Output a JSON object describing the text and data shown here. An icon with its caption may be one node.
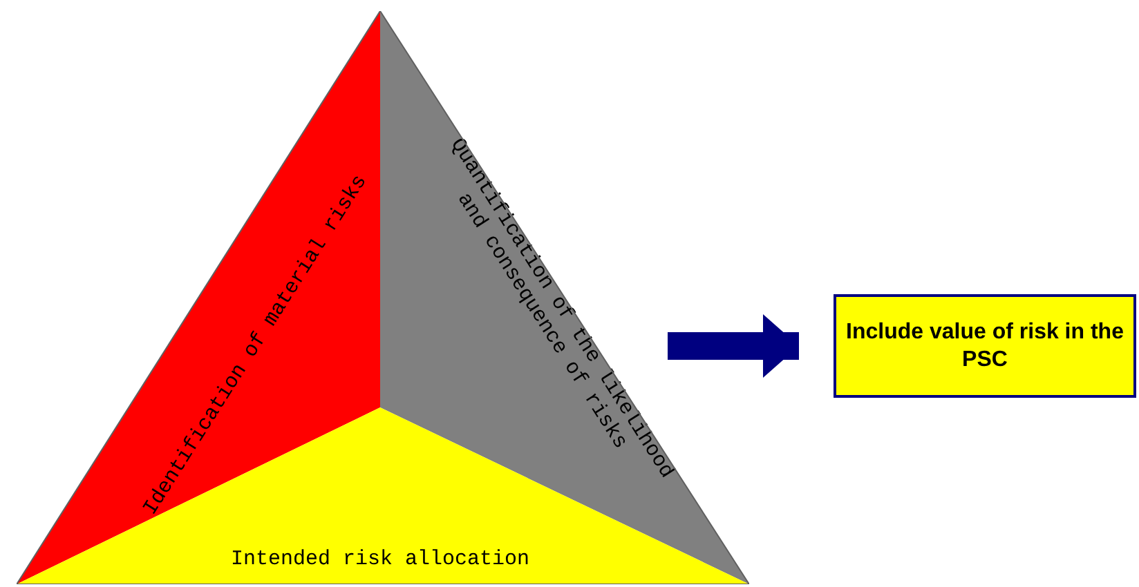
{
  "diagram": {
    "nodes": [
      {
        "text": [],
        "shape": "triangle"
      },
      {
        "text": [
          "Identification of material risks"
        ],
        "in": 0
      },
      {
        "text": [
          "Quantification of the likelihood and consequence of risks"
        ],
        "in": 0
      },
      {
        "text": [
          "Intended risk allocation"
        ],
        "in": 0
      },
      {
        "text": [
          "Include value of risk in the PSC"
        ]
      }
    ],
    "edges": [
      {
        "from": 0,
        "to": 4,
        "arrow": "to"
      }
    ]
  }
}
